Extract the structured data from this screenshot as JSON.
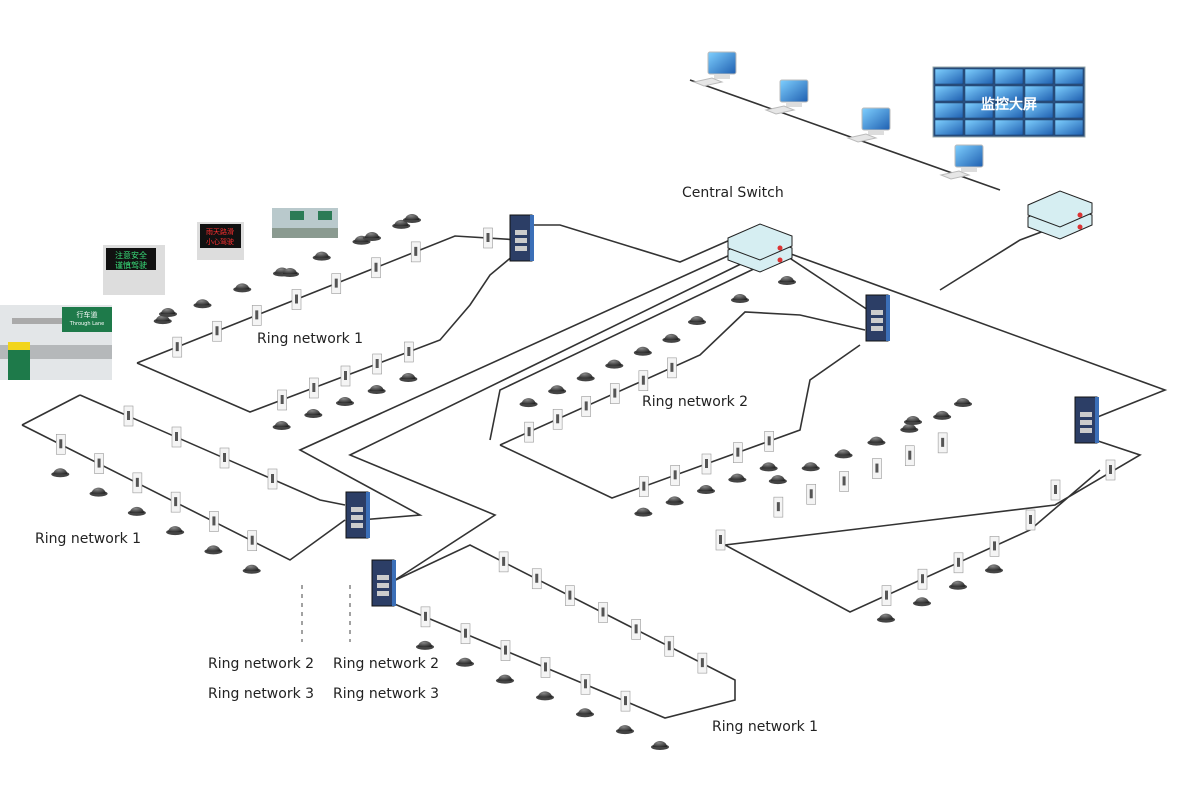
{
  "labels": {
    "central_switch": "Central Switch",
    "ring1_top": "Ring network 1",
    "ring1_left": "Ring network 1",
    "ring1_bottom": "Ring network 1",
    "ring2_mid": "Ring network 2",
    "ring2_a": "Ring network 2",
    "ring3_a": "Ring network 3",
    "ring2_b": "Ring network 2",
    "ring3_b": "Ring network 3"
  },
  "video_wall": {
    "text": "监控大屏"
  },
  "signs": {
    "green_led": [
      "注意安全",
      "谨慎驾驶"
    ],
    "red_led": [
      "雨天路滑",
      "小心驾驶"
    ],
    "lane_sign": [
      "行车道",
      "Through Lane"
    ]
  },
  "colors": {
    "line": "#333333",
    "ind_switch": "#2c3e66",
    "monitor": "#2f7fc7",
    "led_green": "#39e07a",
    "led_red": "#ff3030"
  }
}
